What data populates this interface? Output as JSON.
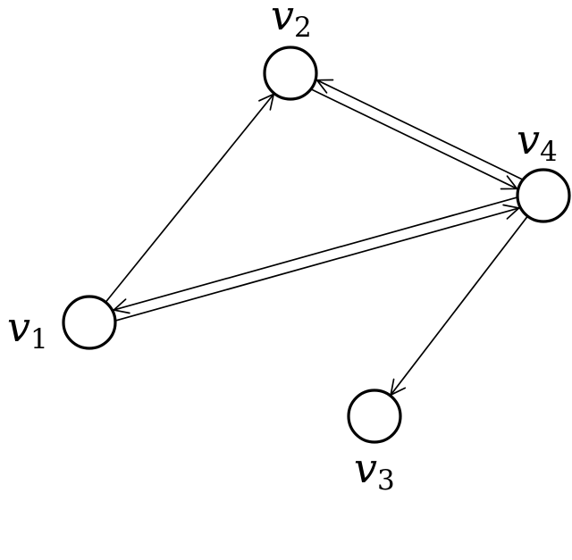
{
  "nodes": [
    {
      "id": "v1",
      "var": "v",
      "sub": "1"
    },
    {
      "id": "v2",
      "var": "v",
      "sub": "2"
    },
    {
      "id": "v3",
      "var": "v",
      "sub": "3"
    },
    {
      "id": "v4",
      "var": "v",
      "sub": "4"
    }
  ],
  "edges": [
    {
      "from": "v1",
      "to": "v2"
    },
    {
      "from": "v2",
      "to": "v4"
    },
    {
      "from": "v4",
      "to": "v2"
    },
    {
      "from": "v1",
      "to": "v4"
    },
    {
      "from": "v4",
      "to": "v1"
    },
    {
      "from": "v4",
      "to": "v3"
    }
  ],
  "colors": {
    "stroke": "#000000",
    "background": "#ffffff"
  }
}
